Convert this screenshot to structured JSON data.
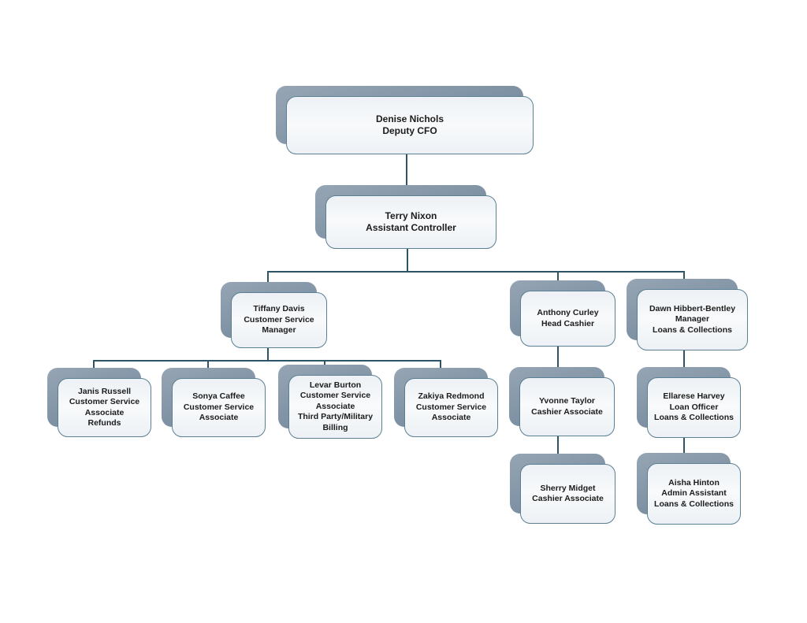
{
  "diagram_type": "org-chart",
  "colors": {
    "connector": "#2e5565",
    "card_border": "#5b8093",
    "card_fill_top": "#edf1f5",
    "card_fill_bottom": "#f8fafb",
    "shadow_top": "#96a5b4",
    "shadow_bottom": "#6f8699",
    "text": "#1c1c1c",
    "background": "#ffffff"
  },
  "nodes": {
    "denise": {
      "name": "Denise Nichols",
      "title": "Deputy CFO",
      "reports_to": null
    },
    "terry": {
      "name": "Terry Nixon",
      "title": "Assistant Controller",
      "reports_to": "denise"
    },
    "tiffany": {
      "name": "Tiffany Davis",
      "title": "Customer Service\nManager",
      "reports_to": "terry"
    },
    "anthony": {
      "name": "Anthony Curley",
      "title": "Head Cashier",
      "reports_to": "terry"
    },
    "dawn": {
      "name": "Dawn Hibbert-Bentley",
      "title": "Manager\nLoans & Collections",
      "reports_to": "terry"
    },
    "janis": {
      "name": "Janis Russell",
      "title": "Customer Service\nAssociate\nRefunds",
      "reports_to": "tiffany"
    },
    "sonya": {
      "name": "Sonya Caffee",
      "title": "Customer Service\nAssociate",
      "reports_to": "tiffany"
    },
    "levar": {
      "name": "Levar Burton",
      "title": "Customer Service\nAssociate\nThird Party/Military\nBilling",
      "reports_to": "tiffany"
    },
    "zakiya": {
      "name": "Zakiya Redmond",
      "title": "Customer Service\nAssociate",
      "reports_to": "tiffany"
    },
    "yvonne": {
      "name": "Yvonne Taylor",
      "title": "Cashier Associate",
      "reports_to": "anthony"
    },
    "sherry": {
      "name": "Sherry Midget",
      "title": "Cashier Associate",
      "reports_to": "yvonne"
    },
    "ellarese": {
      "name": "Ellarese Harvey",
      "title": "Loan Officer\nLoans & Collections",
      "reports_to": "dawn"
    },
    "aisha": {
      "name": "Aisha Hinton",
      "title": "Admin Assistant\nLoans & Collections",
      "reports_to": "ellarese"
    }
  }
}
